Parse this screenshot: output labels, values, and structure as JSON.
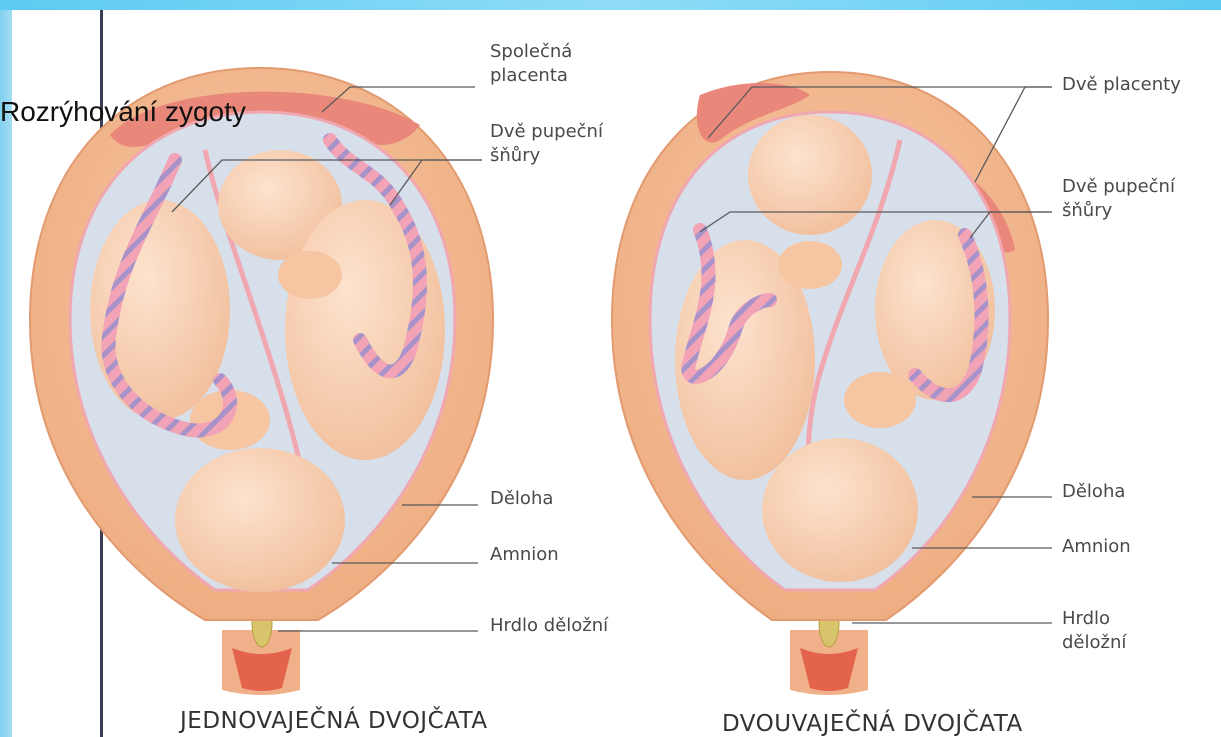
{
  "slide_title": "Rozrýhování zygoty",
  "left_diagram": {
    "labels": {
      "placenta": "Společná\nplacenta",
      "cords": "Dvě pupeční\nšňůry",
      "uterus": "Děloha",
      "amnion": "Amnion",
      "cervix": "Hrdlo děložní"
    },
    "caption": "JEDNOVAJEČNÁ DVOJČATA"
  },
  "right_diagram": {
    "labels": {
      "placentas": "Dvě placenty",
      "cords": "Dvě pupeční\nšňůry",
      "uterus": "Děloha",
      "amnion": "Amnion",
      "cervix": "Hrdlo\nděložní"
    },
    "caption": "DVOUVAJEČNÁ DVOJČATA"
  },
  "colors": {
    "uterus_wall": "#f2b88e",
    "placenta": "#e9877a",
    "amniotic_fluid": "#d7dfea",
    "fetus": "#f8cfb0",
    "cord_pink": "#f3a3b6",
    "cord_purple": "#a793c9",
    "accent_band": "#5ccbf1"
  }
}
